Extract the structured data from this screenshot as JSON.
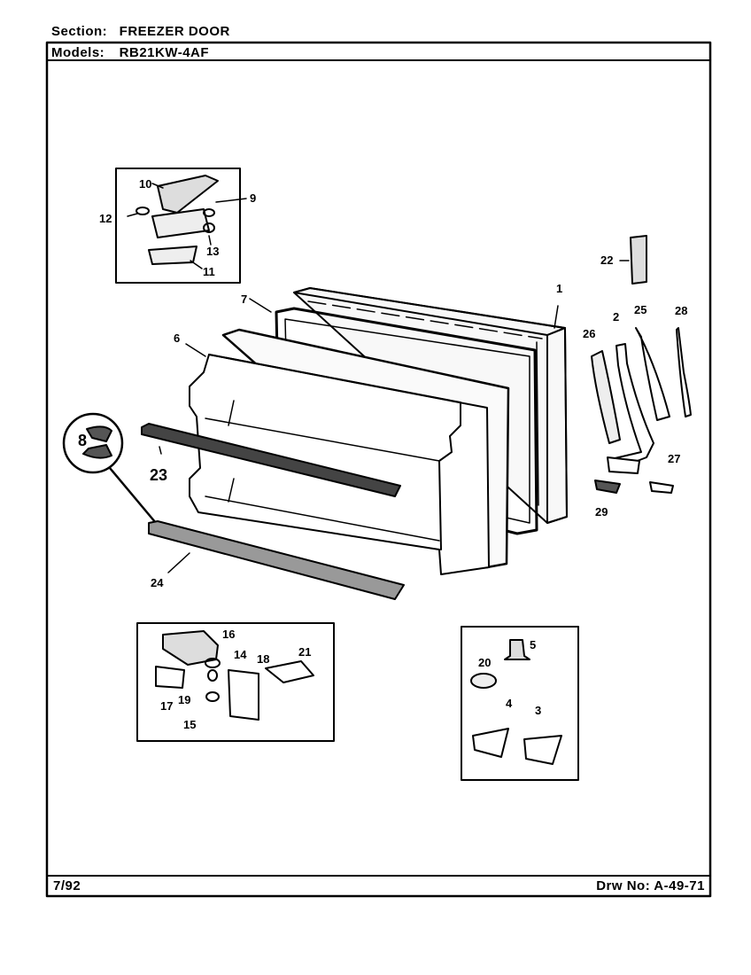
{
  "header": {
    "section_label": "Section:",
    "section_value": "FREEZER DOOR",
    "models_label": "Models:",
    "models_value": "RB21KW-4AF"
  },
  "footer": {
    "date": "7/92",
    "drawing_number": "Drw No:  A-49-71"
  },
  "callouts": {
    "p1": "1",
    "p2": "2",
    "p3": "3",
    "p4": "4",
    "p5": "5",
    "p6": "6",
    "p7": "7",
    "p8": "8",
    "p9": "9",
    "p10": "10",
    "p11": "11",
    "p12": "12",
    "p13": "13",
    "p14": "14",
    "p15": "15",
    "p16": "16",
    "p17": "17",
    "p18": "18",
    "p19": "19",
    "p20": "20",
    "p21": "21",
    "p22": "22",
    "p23": "23",
    "p24": "24",
    "p25": "25",
    "p26": "26",
    "p27": "27",
    "p28": "28",
    "p29": "29"
  }
}
